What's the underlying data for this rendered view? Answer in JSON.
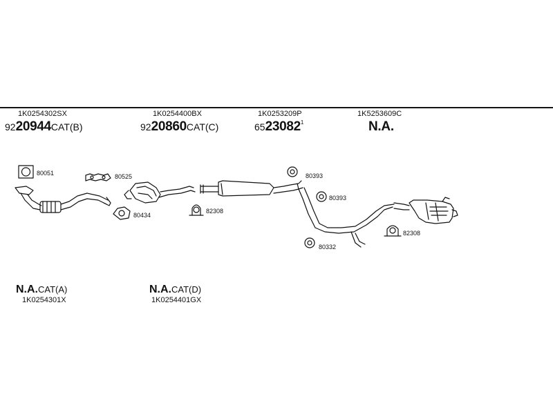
{
  "top_labels": [
    {
      "oem": "1K0254302SX",
      "ref_prefix": "92",
      "ref_main": "20944",
      "ref_suffix": "CAT(B)"
    },
    {
      "oem": "1K0254400BX",
      "ref_prefix": "92",
      "ref_main": "20860",
      "ref_suffix": "CAT(C)"
    },
    {
      "oem": "1K0253209P",
      "ref_prefix": "65",
      "ref_main": "23082",
      "ref_suffix": "1"
    },
    {
      "oem": "1K5253609C",
      "ref_prefix": "",
      "ref_main": "N.A.",
      "ref_suffix": ""
    }
  ],
  "part_numbers": [
    "80051",
    "80525",
    "80434",
    "82308",
    "80393",
    "80393",
    "80332",
    "82308"
  ],
  "bottom_labels": [
    {
      "na": "N.A.",
      "cat": "CAT(A)",
      "oem": "1K0254301X"
    },
    {
      "na": "N.A.",
      "cat": "CAT(D)",
      "oem": "1K0254401GX"
    }
  ],
  "colors": {
    "line": "#111111",
    "background": "#ffffff"
  }
}
